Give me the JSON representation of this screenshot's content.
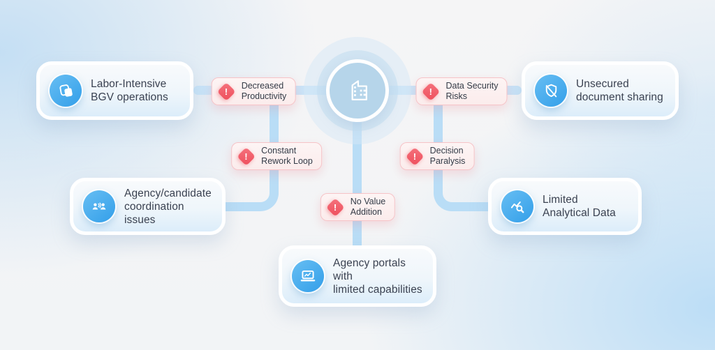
{
  "hub": {
    "icon": "building-icon"
  },
  "cards": [
    {
      "name": "labor-intensive-bgv-operations",
      "line1": "Labor-Intensive",
      "line2": "BGV operations",
      "icon": "documents-copy-icon"
    },
    {
      "name": "unsecured-document-sharing",
      "line1": "Unsecured",
      "line2": "document sharing",
      "icon": "shield-off-icon"
    },
    {
      "name": "agency-candidate-coordination-issues",
      "line1": "Agency/candidate",
      "line2": "coordination issues",
      "icon": "people-communication-icon"
    },
    {
      "name": "limited-analytical-data",
      "line1": "Limited",
      "line2": "Analytical Data",
      "icon": "analytics-search-icon"
    },
    {
      "name": "agency-portals-limited-capabilities",
      "line1": "Agency portals with",
      "line2": "limited capabilities",
      "icon": "laptop-chart-icon"
    }
  ],
  "badges": [
    {
      "name": "decreased-productivity",
      "line1": "Decreased",
      "line2": "Productivity",
      "icon": "warning-diamond-icon"
    },
    {
      "name": "data-security-risks",
      "line1": "Data Security",
      "line2": "Risks",
      "icon": "warning-diamond-icon"
    },
    {
      "name": "constant-rework-loop",
      "line1": "Constant",
      "line2": "Rework Loop",
      "icon": "warning-diamond-icon"
    },
    {
      "name": "decision-paralysis",
      "line1": "Decision",
      "line2": "Paralysis",
      "icon": "warning-diamond-icon"
    },
    {
      "name": "no-value-addition",
      "line1": "No Value",
      "line2": "Addition",
      "icon": "warning-diamond-icon"
    }
  ],
  "badge_exclamation": "!",
  "colors": {
    "accent_blue": "#41aaec",
    "connector_blue": "#b9ddf6",
    "hub_fill": "#b6d5ea",
    "warning_red": "#ef5360",
    "badge_bg": "#fdf1f1",
    "badge_border": "#f6c3c7",
    "card_text": "#3a4150"
  }
}
